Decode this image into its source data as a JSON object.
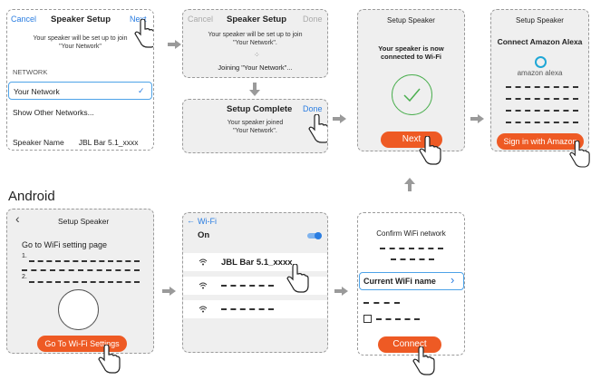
{
  "section_android_label": "Android",
  "ios1": {
    "cancel": "Cancel",
    "title": "Speaker Setup",
    "next": "Next",
    "message": "Your speaker will be set up to join \"Your Network\"",
    "network_header": "NETWORK",
    "your_network": "Your Network",
    "show_other": "Show Other Networks...",
    "speaker_name_label": "Speaker Name",
    "speaker_name_value": "JBL Bar 5.1_xxxx"
  },
  "ios2": {
    "cancel": "Cancel",
    "title": "Speaker Setup",
    "done": "Done",
    "message": "Your speaker will be set up to join \"Your Network\".",
    "joining": "Joining \"Your Network\"..."
  },
  "ios3": {
    "title": "Setup Complete",
    "done": "Done",
    "message": "Your speaker joined \"Your Network\"."
  },
  "ios4": {
    "title": "Setup Speaker",
    "message": "Your speaker is now connected to Wi-Fi",
    "next": "Next"
  },
  "ios5": {
    "title": "Setup Speaker",
    "subtitle": "Connect Amazon Alexa",
    "logo_text": "amazon alexa",
    "button": "Sign in with Amazon"
  },
  "and1": {
    "title": "Setup Speaker",
    "heading": "Go to WiFi setting page",
    "step1": "1.",
    "step2": "2.",
    "button": "Go To Wi-Fi Settings"
  },
  "and2": {
    "title": "Wi-Fi",
    "toggle_label": "On",
    "network": "JBL Bar 5.1_xxxx"
  },
  "and3": {
    "title": "Confirm WiFi network",
    "current": "Current WiFi name",
    "button": "Connect"
  },
  "colors": {
    "accent": "#ee5a24",
    "link": "#2a7de1",
    "success": "#4caf50",
    "alexa": "#1fa7d6"
  }
}
